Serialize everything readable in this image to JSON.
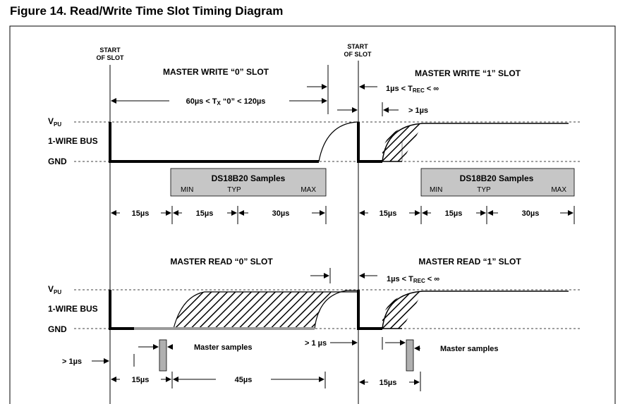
{
  "figure": {
    "title": "Figure 14. Read/Write Time Slot Timing Diagram"
  },
  "labels": {
    "start_slot_line1": "START",
    "start_slot_line2": "OF SLOT",
    "vpu_main": "V",
    "vpu_sub": "PU",
    "bus": "1-WIRE BUS",
    "gnd": "GND"
  },
  "write": {
    "slot0_title": "MASTER WRITE “0” SLOT",
    "slot1_title": "MASTER WRITE “1” SLOT",
    "tx_pre": "60µs < T",
    "tx_sub": "X",
    "tx_post": " “0” < 120µs",
    "trec_pre": "1µs < T",
    "trec_sub": "REC",
    "trec_post": " < ∞",
    "gt1us": "> 1µs"
  },
  "samples": {
    "title": "DS18B20  Samples",
    "min": "MIN",
    "typ": "TYP",
    "max": "MAX"
  },
  "timings": {
    "t15": "15µs",
    "t30": "30µs",
    "t45": "45µs",
    "gt1us": "> 1µs",
    "gt1us_spaced": "> 1 µs"
  },
  "read": {
    "slot0_title": "MASTER READ “0” SLOT",
    "slot1_title": "MASTER READ “1” SLOT",
    "trec_pre": "1µs < T",
    "trec_sub": "REC",
    "trec_post": " < ∞",
    "master_samples": "Master samples"
  }
}
